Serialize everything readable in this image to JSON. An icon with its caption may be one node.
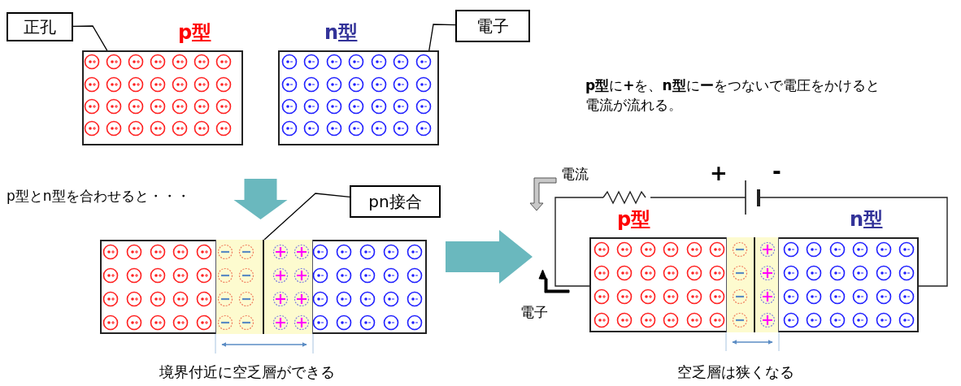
{
  "diagram": {
    "nodes": [
      {
        "text": [
          "正孔"
        ]
      },
      {
        "text": [
          "p型"
        ]
      },
      {
        "text": [],
        "shape": "circle",
        "in": 1
      },
      {
        "text": [
          "n型"
        ]
      },
      {
        "text": [],
        "shape": "circle",
        "in": 3
      },
      {
        "text": [
          "電子"
        ]
      },
      {
        "text": [
          "pn接合"
        ]
      },
      {
        "text": [],
        "shape": "box"
      },
      {
        "text": [
          "p型",
          "n型"
        ]
      }
    ],
    "edges": [
      {
        "from": 0,
        "to": 2,
        "arrow": "none"
      },
      {
        "from": 5,
        "to": 4,
        "arrow": "none"
      },
      {
        "from": 6,
        "to": 7,
        "arrow": "none"
      },
      {
        "from": 1,
        "to": 7,
        "arrow": "to"
      },
      {
        "from": 3,
        "to": 7,
        "arrow": "to"
      },
      {
        "from": 7,
        "to": 8,
        "arrow": "to"
      }
    ],
    "labels": [
      "**p型**に**+**を、**n型**に**ー**をつないで電圧をかけると電流が流れる。",
      "電流",
      "+",
      "-",
      "p型とn型を合わせると・・・",
      "電子",
      "境界付近に空乏層ができる",
      "空乏層は狭くなる"
    ]
  }
}
